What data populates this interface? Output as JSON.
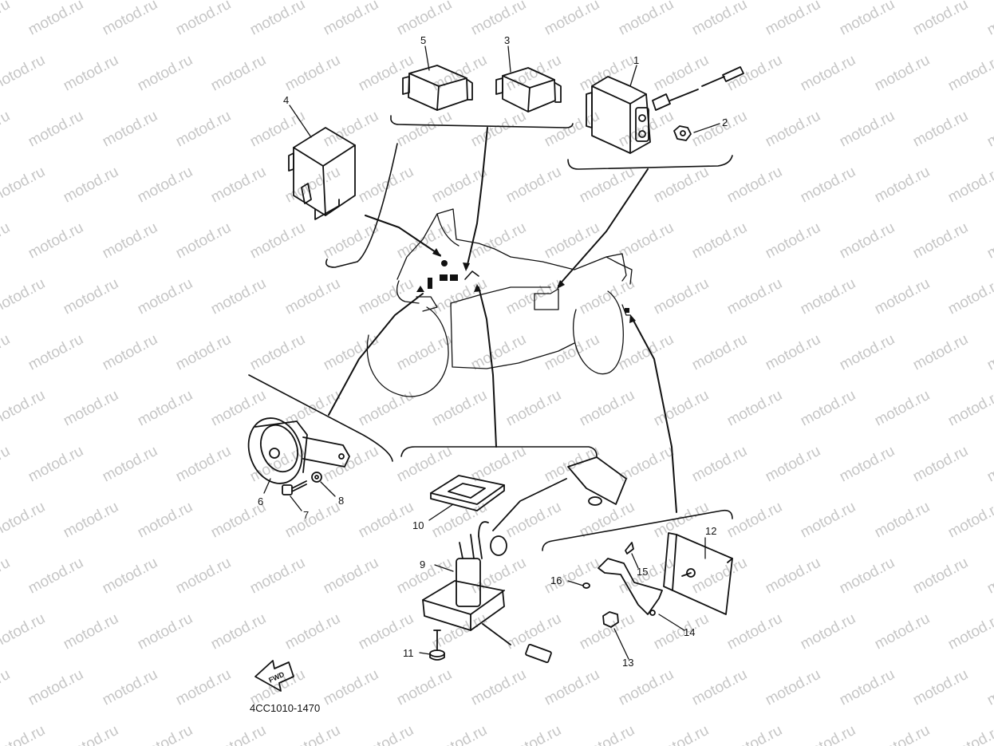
{
  "watermark": {
    "text": "motod.ru"
  },
  "diagram": {
    "part_code": "4CC1010-1470",
    "fwd_label": "FWD",
    "callouts": [
      "1",
      "2",
      "3",
      "4",
      "5",
      "6",
      "7",
      "8",
      "9",
      "10",
      "11",
      "12",
      "13",
      "14",
      "15",
      "16"
    ]
  }
}
